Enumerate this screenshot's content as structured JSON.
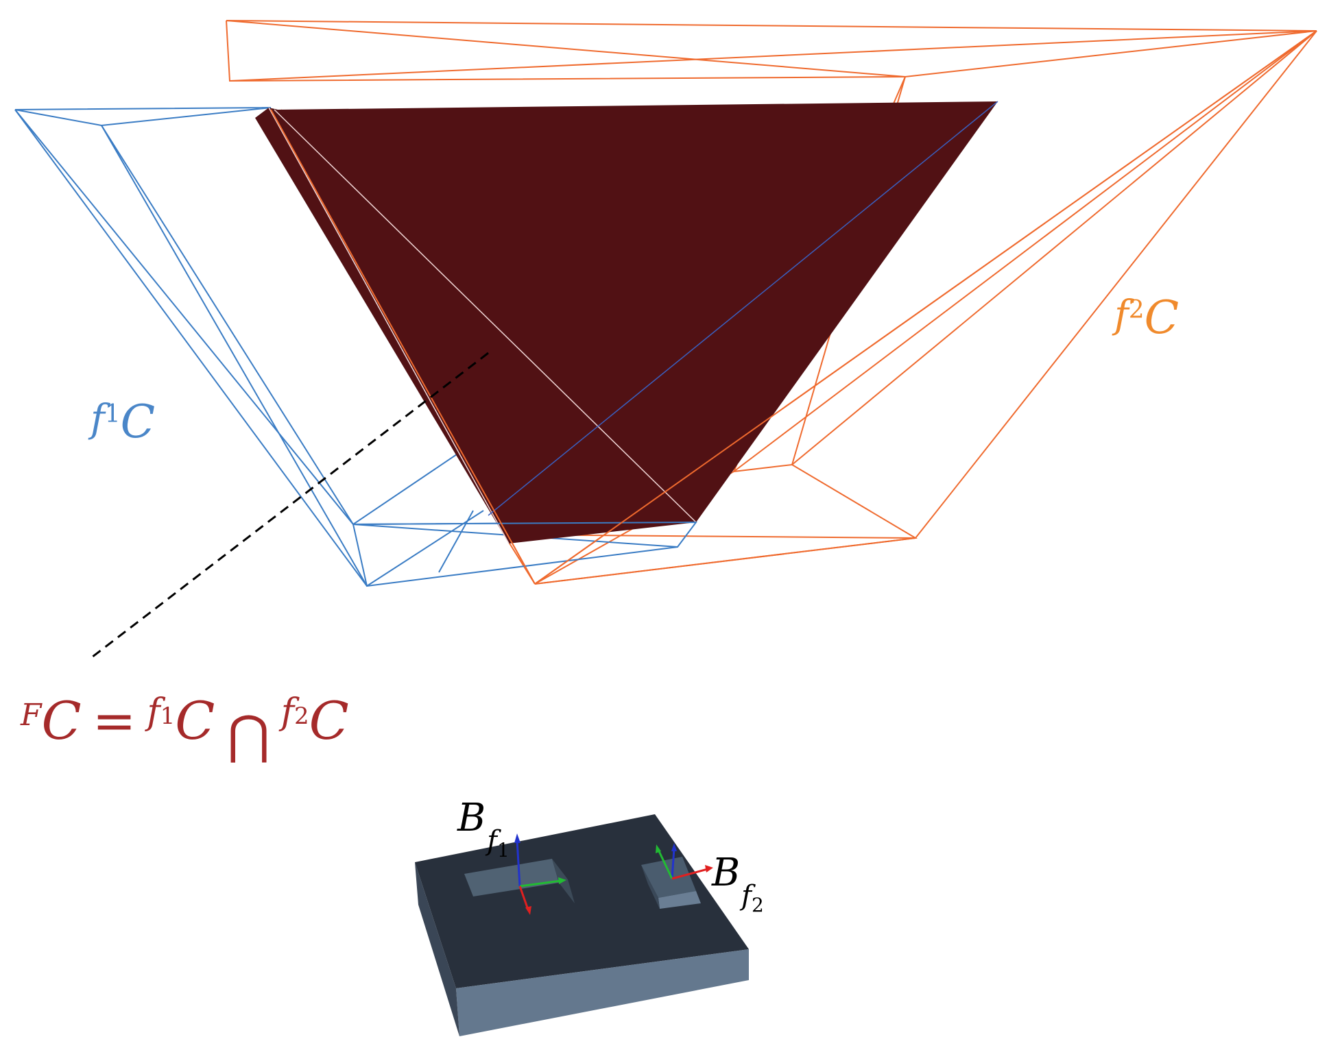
{
  "labels": {
    "f1_cone": {
      "sup": "f",
      "sub": "1",
      "sym": "C"
    },
    "f2_cone": {
      "sup": "f",
      "sub": "2",
      "sym": "C"
    },
    "formula": {
      "lhs_sup": "F",
      "lhs_sym": "C",
      "eq": "=",
      "a_sup": "f",
      "a_sub": "1",
      "a_sym": "C",
      "cap": "⋂",
      "b_sup": "f",
      "b_sub": "2",
      "b_sym": "C"
    },
    "frame1": {
      "base": "B",
      "sub_f": "f",
      "sub_n": "1"
    },
    "frame2": {
      "base": "B",
      "sub_f": "f",
      "sub_n": "2"
    }
  },
  "colors": {
    "cone_f1": "#3a7cc4",
    "cone_f2": "#ef6a2e",
    "intersection": "#511114",
    "formula": "#a52a2a",
    "label_f1": "#4a86c8",
    "label_f2": "#f08a2c",
    "box_top": "#28303c",
    "box_side": "#64788e",
    "axis_x": "#e02020",
    "axis_y": "#22bb33",
    "axis_z": "#2233cc"
  }
}
